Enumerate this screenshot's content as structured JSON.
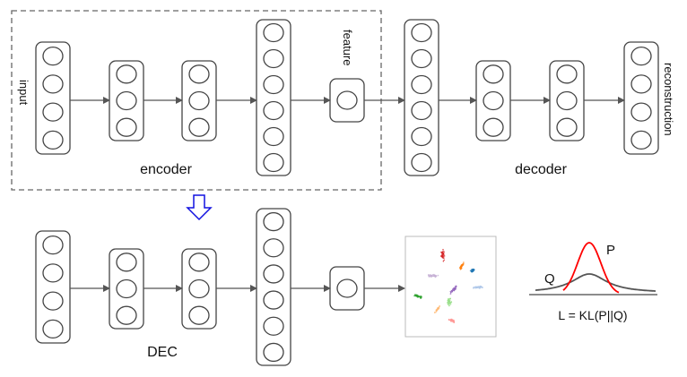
{
  "labels": {
    "input": "input",
    "feature": "feature",
    "reconstruction": "reconstruction",
    "encoder": "encoder",
    "decoder": "decoder",
    "dec": "DEC",
    "p": "P",
    "q": "Q",
    "loss": "L = KL(P||Q)"
  },
  "colors": {
    "line": "#555555",
    "transition_arrow": "#1010e0",
    "p_curve": "#ff0000",
    "q_curve": "#555555",
    "clusters": [
      "#d62728",
      "#ff7f0e",
      "#1f77b4",
      "#9467bd",
      "#c5b0d5",
      "#aec7e8",
      "#2ca02c",
      "#98df8a",
      "#ffbb78",
      "#ff9896"
    ]
  }
}
